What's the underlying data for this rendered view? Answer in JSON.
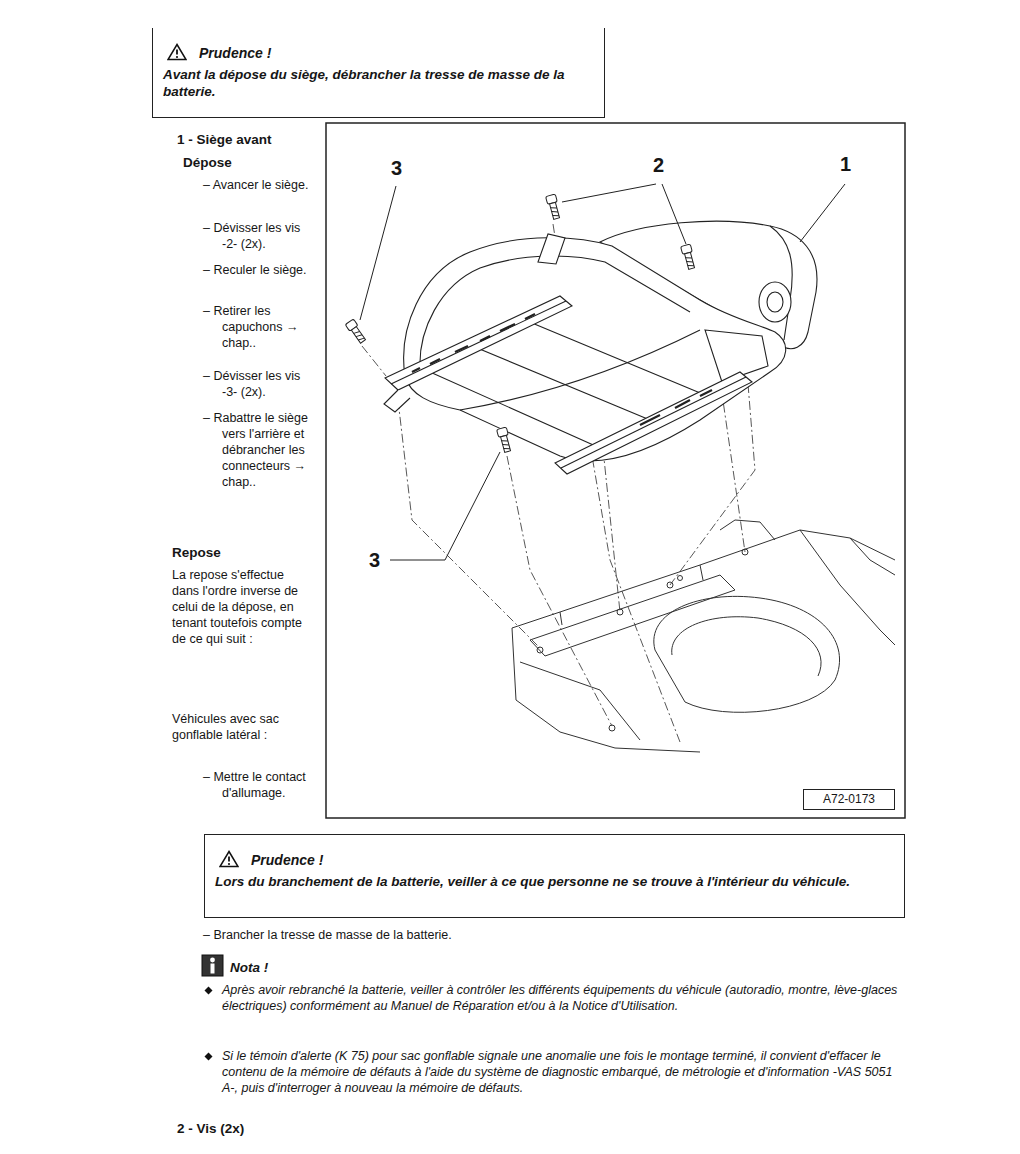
{
  "diagram": {
    "nodes": [
      {
        "text": [
          "Prudence !",
          "Avant la dépose du siège, débrancher la tresse de masse de la batterie."
        ]
      },
      {
        "text": [
          "A72-0173"
        ]
      },
      {
        "text": [
          "Prudence !",
          "Lors du branchement de la batterie, veiller à ce que personne ne se trouve à l'intérieur du véhicule."
        ]
      }
    ],
    "labels": [
      "1 - Siège avant",
      "Dépose",
      "– Avancer le siège.",
      "– Dévisser les vis -2- (2x).",
      "– Reculer le siège.",
      "– Retirer les capuchons → chap..",
      "– Dévisser les vis -3- (2x).",
      "– Rabattre le siège vers l'arrière et débrancher les connecteurs → chap..",
      "Repose",
      "La repose s'effectue dans l'ordre inverse de celui de la dépose, en tenant toutefois compte de ce qui suit :",
      "Véhicules avec sac gonflable latéral :",
      "– Mettre le contact d'allumage.",
      "3",
      "2",
      "1",
      "3",
      "– Brancher la tresse de masse de la batterie.",
      "Nota !",
      "Après avoir rebranché la batterie, veiller à contrôler les différents équipements du véhicule (autoradio, montre, lève-glaces électriques) conformément au Manuel de Réparation et/ou à la Notice d'Utilisation.",
      "Si le témoin d'alerte (K 75) pour sac gonflable signale une anomalie une fois le montage terminé, il convient d'effacer le contenu de la mémoire de défauts à l'aide du système de diagnostic embarqué, de métrologie et d'information -VAS 5051 A-, puis d'interroger à nouveau la mémoire de défauts.",
      "2 - Vis (2x)"
    ]
  }
}
